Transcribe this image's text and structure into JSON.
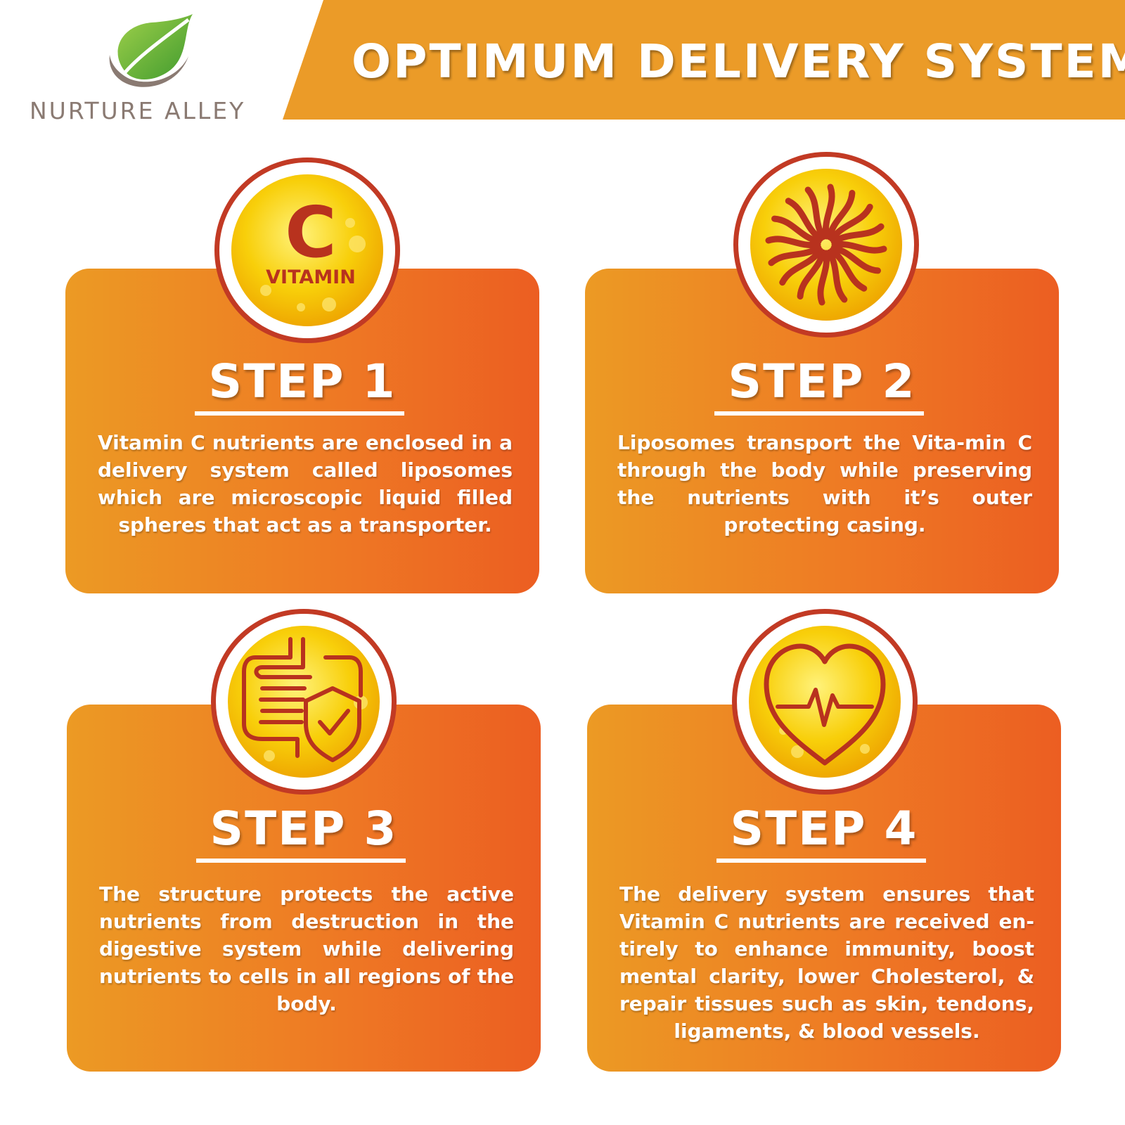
{
  "header": {
    "title": "OPTIMUM DELIVERY SYSTEM",
    "banner_color": "#eb9b28"
  },
  "brand": {
    "name": "NURTURE ALLEY",
    "logo_icon": "leaf-swoosh-icon"
  },
  "colors": {
    "card_start": "#ec9a24",
    "card_end": "#ec5e22",
    "badge_ring": "#c23a24",
    "badge_fill": "#f6c000",
    "icon_stroke": "#b8321e"
  },
  "steps": [
    {
      "title": "STEP 1",
      "icon": "vitamin-c-icon",
      "icon_letter": "C",
      "icon_label": "VITAMIN",
      "description": "Vitamin C nutrients are enclosed in a delivery system called liposomes which are  microscopic liquid filled spheres  that act as a transporter."
    },
    {
      "title": "STEP 2",
      "icon": "swirl-icon",
      "description": "Liposomes transport the Vita-min C through the body while preserving the nutrients with it’s outer protecting casing."
    },
    {
      "title": "STEP 3",
      "icon": "intestine-shield-icon",
      "description": "The structure protects the active nutrients from destruction in the digestive system while delivering nutrients to cells in all regions of the body."
    },
    {
      "title": "STEP 4",
      "icon": "heart-pulse-icon",
      "description": "The delivery system ensures that Vitamin C nutrients are received en-tirely to enhance immunity, boost mental clarity, lower Cholesterol, & repair tissues such as skin, tendons, ligaments, & blood vessels."
    }
  ]
}
